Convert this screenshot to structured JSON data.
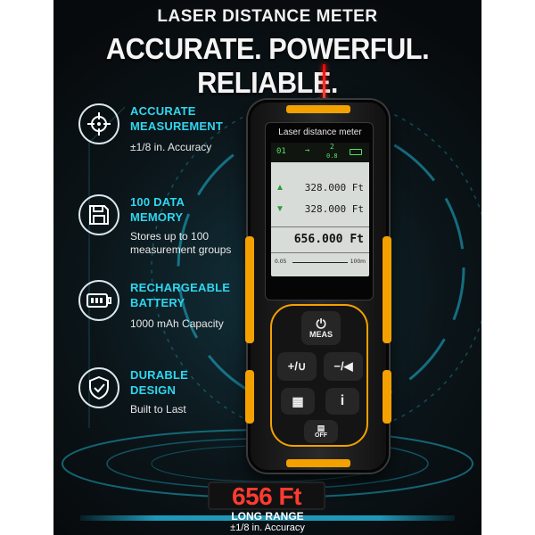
{
  "header": {
    "kicker": "LASER DISTANCE METER",
    "headline": "ACCURATE. POWERFUL. RELIABLE."
  },
  "features": [
    {
      "icon": "crosshair-icon",
      "title_line1": "ACCURATE",
      "title_line2": "MEASUREMENT",
      "desc_line1": "±1/8 in. Accuracy",
      "desc_line2": ""
    },
    {
      "icon": "floppy-disk-icon",
      "title_line1": "100 DATA",
      "title_line2": "MEMORY",
      "desc_line1": "Stores up to 100",
      "desc_line2": "measurement groups"
    },
    {
      "icon": "battery-icon",
      "title_line1": "RECHARGEABLE",
      "title_line2": "BATTERY",
      "desc_line1": "1000 mAh Capacity",
      "desc_line2": ""
    },
    {
      "icon": "shield-check-icon",
      "title_line1": "DURABLE",
      "title_line2": "DESIGN",
      "desc_line1": "Built to Last",
      "desc_line2": ""
    }
  ],
  "device": {
    "screen_title": "Laser distance meter",
    "lcd": {
      "top_left": "01",
      "top_arrow": "→",
      "top_mid_top": "2",
      "top_mid_bottom": "0.8",
      "row1_value": "328.000 Ft",
      "row2_value": "328.000 Ft",
      "main_value": "656.000 Ft",
      "scale_start": "0.05",
      "scale_end": "100m"
    },
    "keys": {
      "power_label": "MEAS",
      "plus_label": "+/∪",
      "minus_label": "−/◀",
      "menu_label": "▦",
      "info_label": "i",
      "off_label": "OFF"
    },
    "accent_color": "#f4a100"
  },
  "range": {
    "value": "656 Ft",
    "label": "LONG RANGE",
    "sub": "±1/8 in. Accuracy",
    "color": "#ff3b30"
  },
  "colors": {
    "feature_title": "#2fd6f0",
    "laser": "#ff0000"
  }
}
